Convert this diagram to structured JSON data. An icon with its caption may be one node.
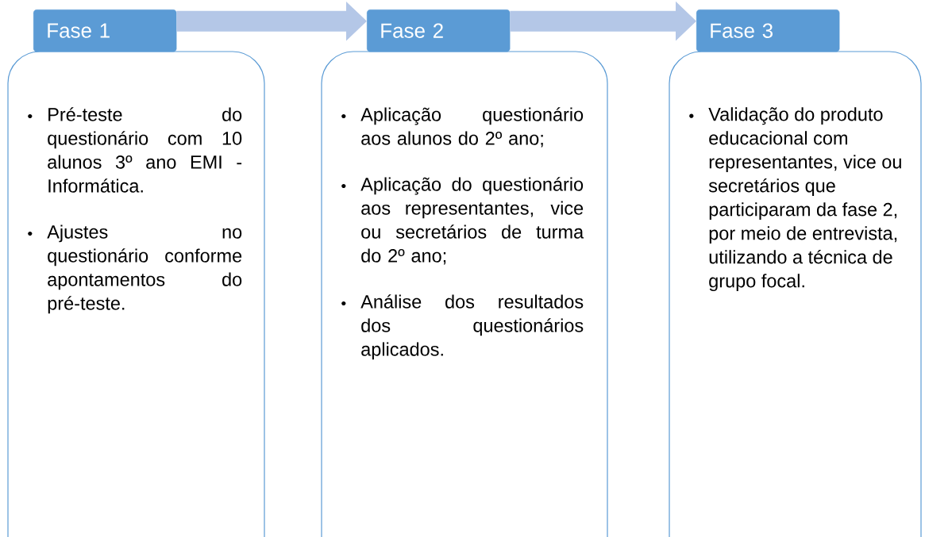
{
  "diagram": {
    "nodes": [
      {
        "text": [
          "Fase 1"
        ]
      },
      {
        "text": [
          "Pré-teste do questionário com 10 alunos 3º ano EMI - Informática.",
          "Ajustes no questionário conforme apontamentos do pré-teste."
        ]
      },
      {
        "text": [
          "Fase 2"
        ]
      },
      {
        "text": [
          "Aplicação questionário aos alunos do 2º ano;",
          "Aplicação do questionário aos representantes, vice ou secretários de turma do 2º ano;",
          "Análise dos resultados dos questionários aplicados."
        ]
      },
      {
        "text": [
          "Fase 3"
        ]
      },
      {
        "text": [
          "Validação do produto educacional com representantes, vice ou secretários que participaram da fase 2, por meio de entrevista, utilizando a técnica de grupo focal."
        ]
      }
    ],
    "edges": [
      {
        "from": 0,
        "to": 2,
        "arrow": "to"
      },
      {
        "from": 2,
        "to": 4,
        "arrow": "to"
      }
    ]
  }
}
